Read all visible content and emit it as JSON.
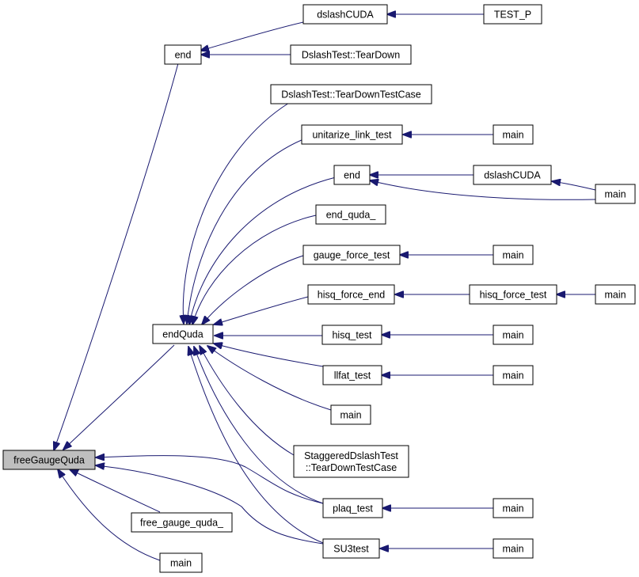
{
  "graph": {
    "title": "",
    "colors": {
      "edge": "#191970",
      "node_border": "#000000",
      "root_fill": "#bfbfbf",
      "node_fill": "#ffffff"
    },
    "nodes": {
      "freeGaugeQuda": {
        "label": [
          "freeGaugeQuda"
        ]
      },
      "end_a": {
        "label": [
          "end"
        ]
      },
      "dslashCUDA_a": {
        "label": [
          "dslashCUDA"
        ]
      },
      "TEST_P": {
        "label": [
          "TEST_P"
        ]
      },
      "DslashTest_TearDown": {
        "label": [
          "DslashTest::TearDown"
        ]
      },
      "DslashTest_TearDownTestCase": {
        "label": [
          "DslashTest::TearDownTestCase"
        ]
      },
      "endQuda": {
        "label": [
          "endQuda"
        ]
      },
      "unitarize_link_test": {
        "label": [
          "unitarize_link_test"
        ]
      },
      "main_unitarize": {
        "label": [
          "main"
        ]
      },
      "end_b": {
        "label": [
          "end"
        ]
      },
      "dslashCUDA_b": {
        "label": [
          "dslashCUDA"
        ]
      },
      "main_end_b": {
        "label": [
          "main"
        ]
      },
      "end_quda_": {
        "label": [
          "end_quda_"
        ]
      },
      "gauge_force_test": {
        "label": [
          "gauge_force_test"
        ]
      },
      "main_gauge_force": {
        "label": [
          "main"
        ]
      },
      "hisq_force_end": {
        "label": [
          "hisq_force_end"
        ]
      },
      "hisq_force_test": {
        "label": [
          "hisq_force_test"
        ]
      },
      "main_hisq_force": {
        "label": [
          "main"
        ]
      },
      "hisq_test": {
        "label": [
          "hisq_test"
        ]
      },
      "main_hisq": {
        "label": [
          "main"
        ]
      },
      "llfat_test": {
        "label": [
          "llfat_test"
        ]
      },
      "main_llfat": {
        "label": [
          "main"
        ]
      },
      "main_endQuda": {
        "label": [
          "main"
        ]
      },
      "StaggeredDslashTest": {
        "label": [
          "StaggeredDslashTest",
          "::TearDownTestCase"
        ]
      },
      "plaq_test": {
        "label": [
          "plaq_test"
        ]
      },
      "main_plaq": {
        "label": [
          "main"
        ]
      },
      "free_gauge_quda_": {
        "label": [
          "free_gauge_quda_"
        ]
      },
      "SU3test": {
        "label": [
          "SU3test"
        ]
      },
      "main_su3": {
        "label": [
          "main"
        ]
      },
      "main_free": {
        "label": [
          "main"
        ]
      }
    }
  }
}
